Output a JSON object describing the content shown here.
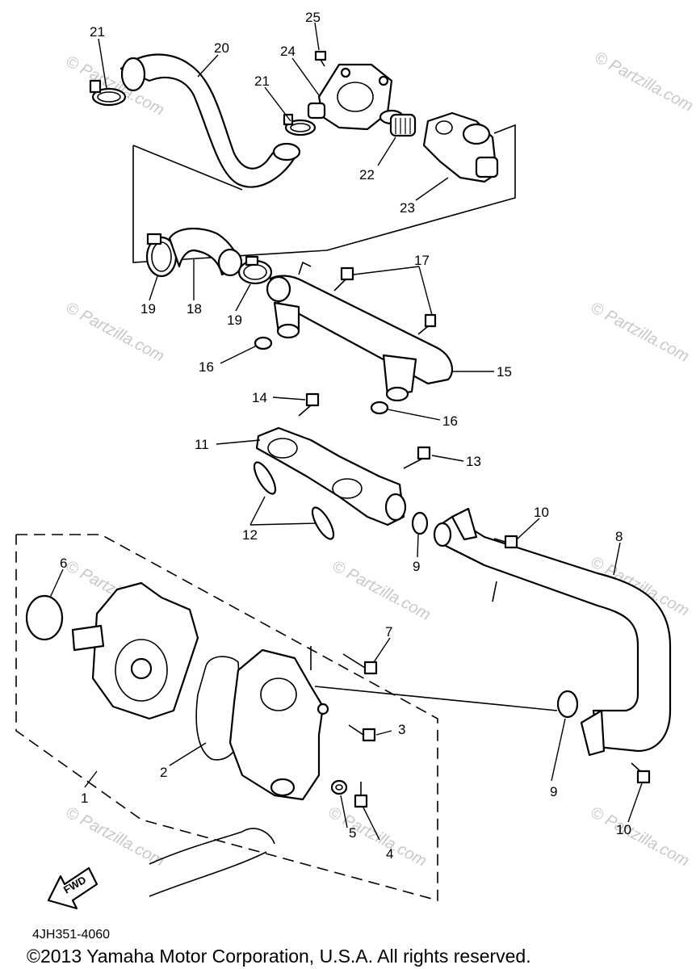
{
  "diagram": {
    "callouts": [
      "1",
      "2",
      "3",
      "4",
      "5",
      "6",
      "7",
      "8",
      "9",
      "9",
      "10",
      "10",
      "11",
      "12",
      "13",
      "14",
      "15",
      "16",
      "16",
      "17",
      "18",
      "19",
      "19",
      "20",
      "21",
      "21",
      "22",
      "23",
      "24",
      "25"
    ],
    "watermark": "© Partzilla.com",
    "watermark_center": "© Partzilla.com",
    "fwd_label": "FWD",
    "ref_code": "4JH351-4060",
    "copyright": "©2013 Yamaha Motor Corporation, U.S.A. All rights reserved."
  }
}
